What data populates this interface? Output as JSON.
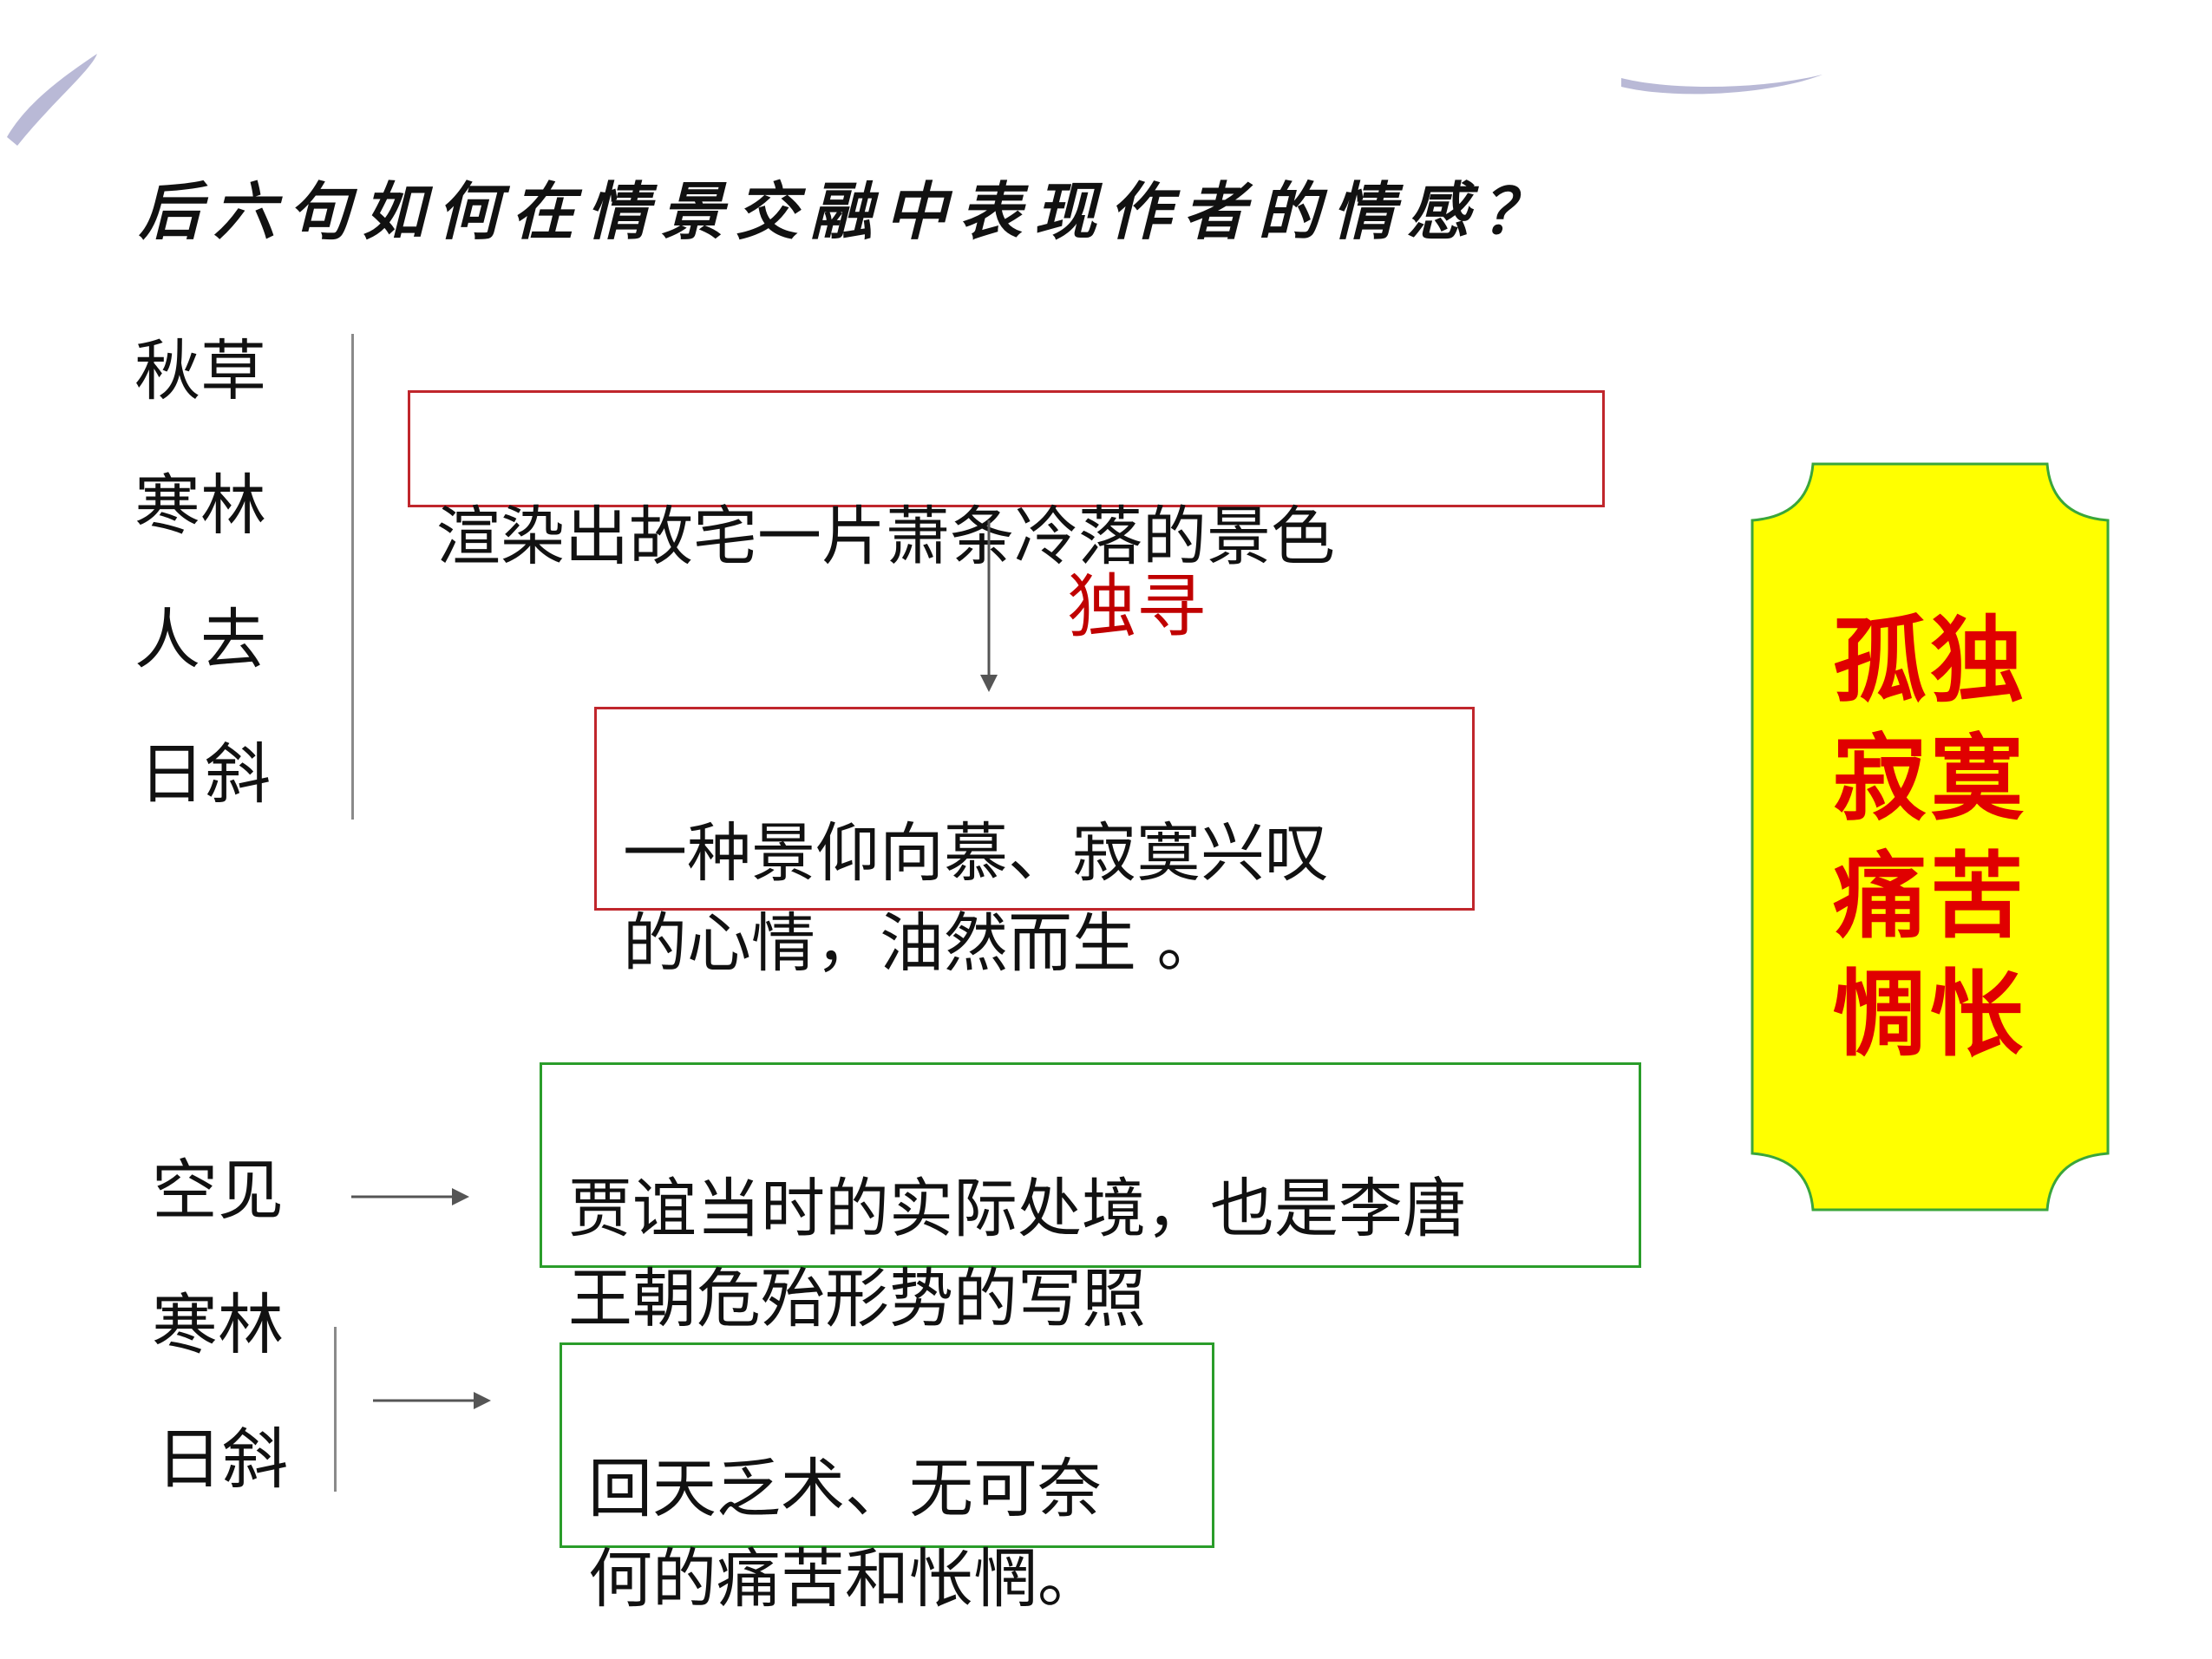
{
  "title": "后六句如何在情景交融中表现作者的情感？",
  "left_top_words": [
    "秋草",
    "寒林",
    "人去",
    "日斜"
  ],
  "box1": "渲染出故宅一片萧条冷落的景色",
  "arrow_label": "独寻",
  "box2": "一种景仰向慕、寂寞兴叹\n的心情，油然而生 。",
  "bottom_words": [
    "空见",
    "寒林",
    "日斜"
  ],
  "box3": "贾谊当时的实际处境，也是李唐\n王朝危殆形势的写照",
  "box4": "回天乏术、无可奈\n何的痛苦和怅惘。",
  "emotion": "孤独\n寂寞\n痛苦\n惆怅",
  "colors": {
    "red_border": "#c0262c",
    "green_border": "#2a9d2a",
    "emotion_fill": "#ffff00",
    "emotion_border": "#3aa63a",
    "emotion_text": "#e00000",
    "accent_text": "#c00000"
  }
}
